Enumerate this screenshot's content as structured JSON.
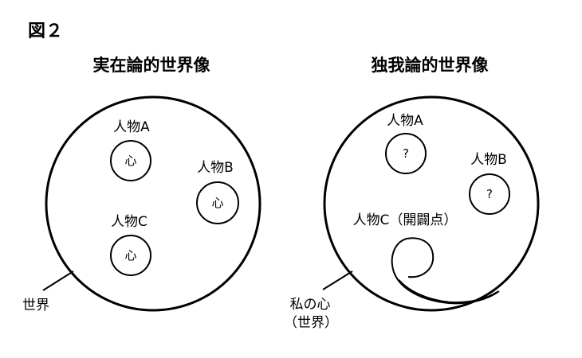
{
  "figure_label": "図２",
  "left": {
    "title": "実在論的世界像",
    "persons": [
      {
        "name": "人物A",
        "mind": "心"
      },
      {
        "name": "人物B",
        "mind": "心"
      },
      {
        "name": "人物C",
        "mind": "心"
      }
    ],
    "outer_label": "世界"
  },
  "right": {
    "title": "独我論的世界像",
    "persons": [
      {
        "name": "人物A",
        "mind": "?"
      },
      {
        "name": "人物B",
        "mind": "?"
      },
      {
        "name": "人物C（開闢点）",
        "mind": ""
      }
    ],
    "outer_label_line1": "私の心",
    "outer_label_line2": "（世界）"
  },
  "colors": {
    "stroke": "#000000",
    "background": "#ffffff"
  }
}
